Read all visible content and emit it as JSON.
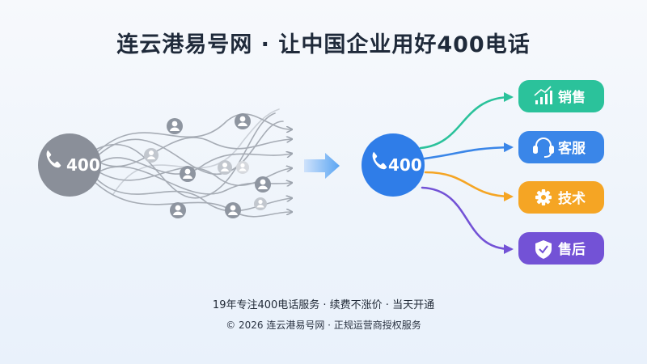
{
  "title": "连云港易号网 · 让中国企业用好400电话",
  "left_node": {
    "label": "400",
    "color": "#8a8f99"
  },
  "right_node": {
    "label": "400",
    "color": "#2f7de8"
  },
  "tags": [
    {
      "label": "销售",
      "icon": "chart-up-icon",
      "color": "#2bc29b"
    },
    {
      "label": "客服",
      "icon": "headset-icon",
      "color": "#3a86e8"
    },
    {
      "label": "技术",
      "icon": "gear-icon",
      "color": "#f5a524"
    },
    {
      "label": "售后",
      "icon": "shield-check-icon",
      "color": "#7352d6"
    }
  ],
  "footer": {
    "line1": "19年专注400电话服务 · 续费不涨价 · 当天开通",
    "line2": "© 2026 连云港易号网 · 正规运营商授权服务"
  }
}
